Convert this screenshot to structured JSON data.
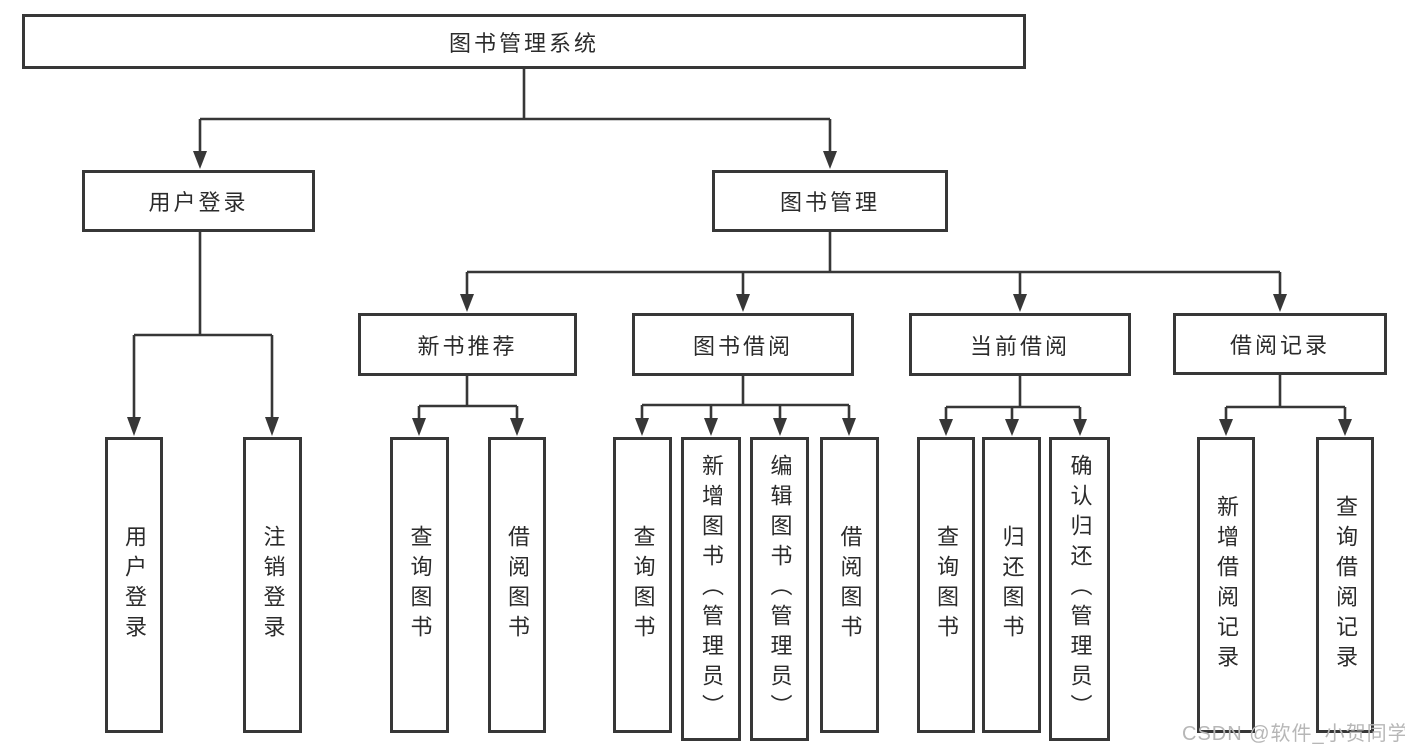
{
  "diagram": {
    "type": "hierarchy-tree",
    "background": "#ffffff",
    "line_color": "#373737",
    "box_border_color": "#373737",
    "text_color": "#2b2b2b"
  },
  "nodes": {
    "root": {
      "label": "图书管理系统"
    },
    "user_login": {
      "label": "用户登录"
    },
    "book_mgmt": {
      "label": "图书管理"
    },
    "new_book_rec": {
      "label": "新书推荐"
    },
    "book_borrow": {
      "label": "图书借阅"
    },
    "current_borrow": {
      "label": "当前借阅"
    },
    "borrow_records": {
      "label": "借阅记录"
    },
    "leaf_user_login": {
      "label": "用户登录"
    },
    "leaf_logout": {
      "label": "注销登录"
    },
    "leaf_nb_query": {
      "label": "查询图书"
    },
    "leaf_nb_borrow": {
      "label": "借阅图书"
    },
    "leaf_bb_query": {
      "label": "查询图书"
    },
    "leaf_bb_add": {
      "label": "新增图书（管理员）"
    },
    "leaf_bb_edit": {
      "label": "编辑图书（管理员）"
    },
    "leaf_bb_borrow": {
      "label": "借阅图书"
    },
    "leaf_cb_query": {
      "label": "查询图书"
    },
    "leaf_cb_return": {
      "label": "归还图书"
    },
    "leaf_cb_confirm": {
      "label": "确认归还（管理员）"
    },
    "leaf_br_add": {
      "label": "新增借阅记录"
    },
    "leaf_br_query": {
      "label": "查询借阅记录"
    }
  },
  "edges": [
    [
      "root",
      "user_login"
    ],
    [
      "root",
      "book_mgmt"
    ],
    [
      "user_login",
      "leaf_user_login"
    ],
    [
      "user_login",
      "leaf_logout"
    ],
    [
      "book_mgmt",
      "new_book_rec"
    ],
    [
      "book_mgmt",
      "book_borrow"
    ],
    [
      "book_mgmt",
      "current_borrow"
    ],
    [
      "book_mgmt",
      "borrow_records"
    ],
    [
      "new_book_rec",
      "leaf_nb_query"
    ],
    [
      "new_book_rec",
      "leaf_nb_borrow"
    ],
    [
      "book_borrow",
      "leaf_bb_query"
    ],
    [
      "book_borrow",
      "leaf_bb_add"
    ],
    [
      "book_borrow",
      "leaf_bb_edit"
    ],
    [
      "book_borrow",
      "leaf_bb_borrow"
    ],
    [
      "current_borrow",
      "leaf_cb_query"
    ],
    [
      "current_borrow",
      "leaf_cb_return"
    ],
    [
      "current_borrow",
      "leaf_cb_confirm"
    ],
    [
      "borrow_records",
      "leaf_br_add"
    ],
    [
      "borrow_records",
      "leaf_br_query"
    ]
  ],
  "watermark": {
    "text": "CSDN @软件_小贺同学"
  }
}
